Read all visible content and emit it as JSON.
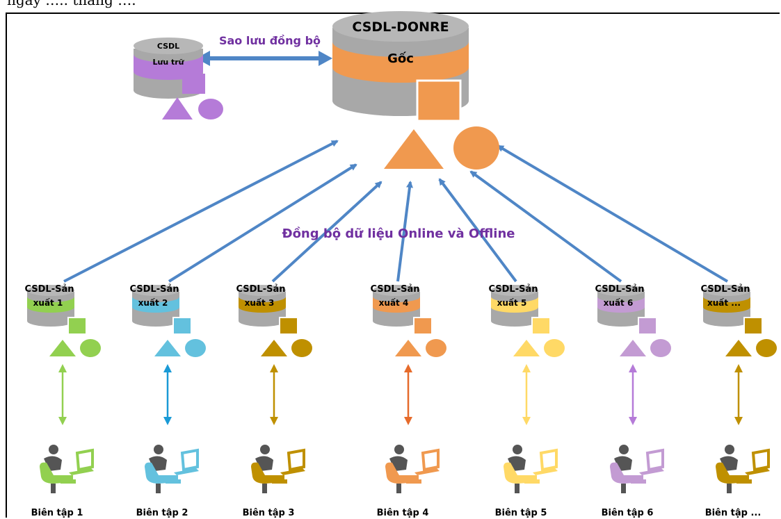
{
  "top_cutoff_text": "ngày ….. tháng ….",
  "master_db": {
    "title": "CSDL-DONRE",
    "band_label": "Gốc",
    "colors": {
      "band": "#f0994f",
      "body": "#a8a8a8",
      "top": "#b7b7b7",
      "shape": "#f0994f"
    }
  },
  "archive_db": {
    "title": "CSDL",
    "band_label": "Lưu trữ",
    "colors": {
      "band": "#b57bd8",
      "body": "#a8a8a8",
      "top": "#b7b7b7",
      "shape": "#b57bd8"
    }
  },
  "backup_link_label": "Sao lưu đồng bộ",
  "sync_label": "Đồng bộ dữ liệu Online và Offline",
  "label_color": "#7030a0",
  "link_color": "#4f86c6",
  "nodes": [
    {
      "title": "CSDL-Sản",
      "band_label": "xuất 1",
      "editor_label": "Biên tập 1",
      "color": "#92d050",
      "arrow_color": "#92d050",
      "icon": "editor-at-laptop-icon"
    },
    {
      "title": "CSDL-Sản",
      "band_label": "xuất 2",
      "editor_label": "Biên tập 2",
      "color": "#63c1de",
      "arrow_color": "#1a9ad6",
      "person_color": "#1a9ad6",
      "icon": "editor-at-laptop-icon"
    },
    {
      "title": "CSDL-Sản",
      "band_label": "xuất 3",
      "editor_label": "Biên tập 3",
      "color": "#bf9000",
      "arrow_color": "#bf9000",
      "icon": "editor-at-laptop-icon"
    },
    {
      "title": "CSDL-Sản",
      "band_label": "xuất 4",
      "editor_label": "Biên tập 4",
      "color": "#f0994f",
      "arrow_color": "#e66b2b",
      "icon": "editor-at-laptop-icon"
    },
    {
      "title": "CSDL-Sản",
      "band_label": "xuất 5",
      "editor_label": "Biên tập 5",
      "color": "#ffd966",
      "arrow_color": "#ffd966",
      "icon": "editor-at-laptop-icon"
    },
    {
      "title": "CSDL-Sản",
      "band_label": "xuất 6",
      "editor_label": "Biên tập 6",
      "color": "#c39bd3",
      "arrow_color": "#b57bd8",
      "icon": "editor-at-laptop-icon"
    },
    {
      "title": "CSDL-Sản",
      "band_label": "xuất ...",
      "editor_label": "Biên tập ...",
      "color": "#bf9000",
      "arrow_color": "#bf9000",
      "icon": "editor-at-laptop-icon"
    }
  ]
}
